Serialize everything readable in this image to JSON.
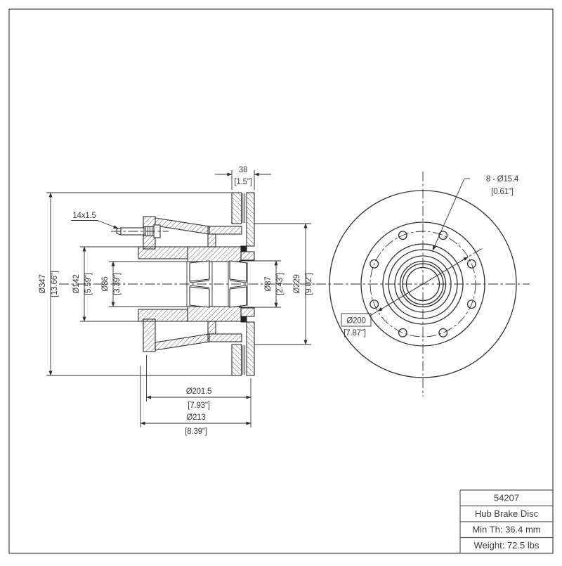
{
  "colors": {
    "line": "#2e2e2e",
    "text": "#3a3a3a",
    "background": "#ffffff",
    "frame": "#5a5a5a"
  },
  "section": {
    "thickness": {
      "mm": "38",
      "in": "[1.5\"]"
    },
    "stud_thread": "14x1.5",
    "outer_dia": {
      "mm": "Ø347",
      "in": "[13.66\"]"
    },
    "flange_dia": {
      "mm": "Ø142",
      "in": "[5.59\"]"
    },
    "bore_inner": {
      "mm": "Ø86",
      "in": "[3.39\"]"
    },
    "bore_outer": {
      "mm": "Ø87",
      "in": "[2.43\"]"
    },
    "braking_dia": {
      "mm": "Ø229",
      "in": "[9.02\"]"
    },
    "hat_depth": {
      "mm": "Ø201.5",
      "in": "[7.93\"]"
    },
    "overall_depth": {
      "mm": "Ø213",
      "in": "[8.39\"]"
    }
  },
  "front": {
    "bolt_holes": {
      "mm": "8 - Ø15.4",
      "in": "[0.61\"]"
    },
    "bolt_circle": {
      "mm": "Ø200",
      "in": "[7.87\"]"
    }
  },
  "title_block": {
    "part_number": "54207",
    "part_name": "Hub Brake Disc",
    "min_thickness": "Min Th: 36.4 mm",
    "weight": "Weight: 72.5 lbs"
  }
}
